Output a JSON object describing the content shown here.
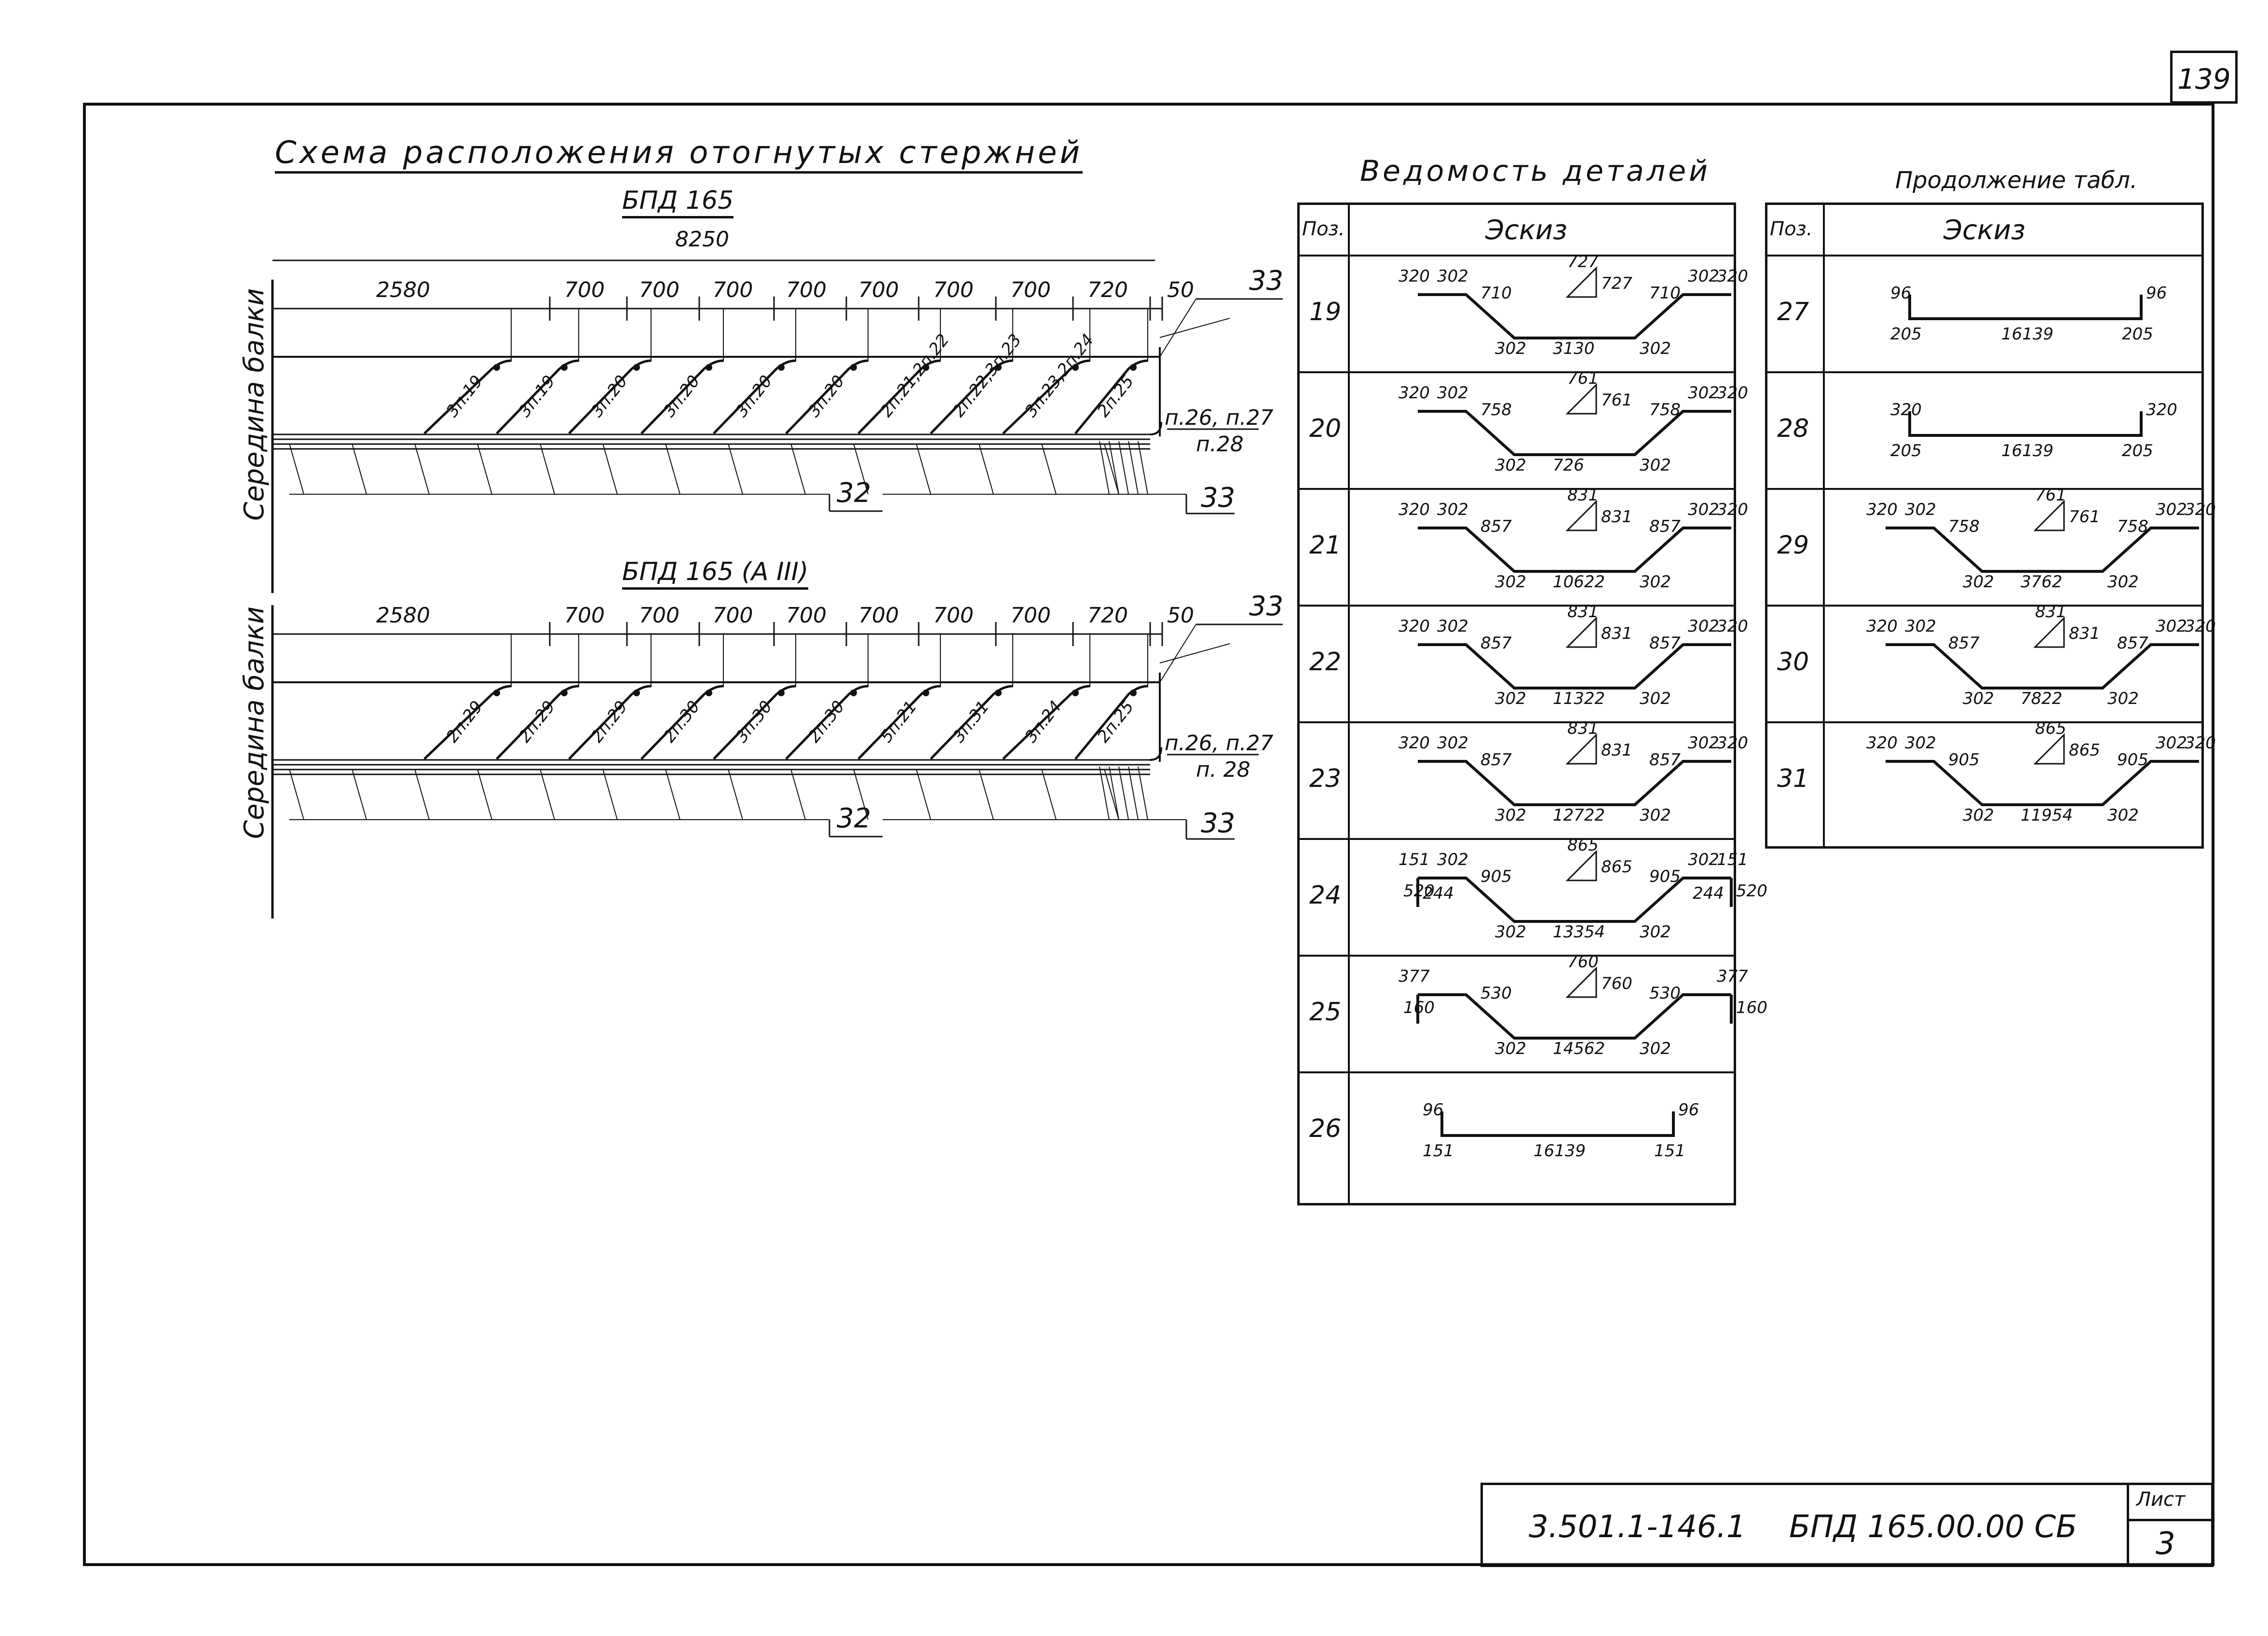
{
  "sheet_corner_number": "139",
  "scheme": {
    "title": "Схема расположения отогнутых стержней",
    "beam_axis_label": "Середина балки",
    "diagram1": {
      "title": "БПД 165",
      "overall": "8250",
      "spans": [
        "2580",
        "700",
        "700",
        "700",
        "700",
        "700",
        "700",
        "700",
        "720",
        "50"
      ],
      "bar_labels": [
        "3п.19",
        "3п.19",
        "3п.20",
        "3п.20",
        "3п.20",
        "3п.20",
        "2п.21,2п.22",
        "2п.22,3п.23",
        "3п.23,2п.24",
        "2п.25"
      ],
      "end_pos_label": "п.26, п.27",
      "end_pos_label2": "п.28",
      "callout_top": "33",
      "callout_bottom_mid": "32",
      "callout_bottom_right": "33"
    },
    "diagram2": {
      "title": "БПД 165 (A III)",
      "spans": [
        "2580",
        "700",
        "700",
        "700",
        "700",
        "700",
        "700",
        "700",
        "720",
        "50"
      ],
      "bar_labels": [
        "2п.29",
        "2п.29",
        "2п.29",
        "2п.30",
        "3п.30",
        "2п.30",
        "5п.21",
        "3п.31",
        "3п.24",
        "2п.25"
      ],
      "end_pos_label": "п.26, п.27",
      "end_pos_label2": "п. 28",
      "callout_top": "33",
      "callout_bottom_mid": "32",
      "callout_bottom_right": "33"
    }
  },
  "details": {
    "title": "Ведомость деталей",
    "continuation_title": "Продолжение табл.",
    "col_pos": "Поз.",
    "col_sketch": "Эскиз",
    "rows": [
      {
        "pos": "19",
        "labels": {
          "a": "320",
          "b": "302",
          "c": "710",
          "d": "727",
          "e": "727",
          "f": "710",
          "g": "302",
          "h": "320",
          "i": "302",
          "j": "3130",
          "k": "302"
        }
      },
      {
        "pos": "20",
        "labels": {
          "a": "320",
          "b": "302",
          "c": "758",
          "d": "761",
          "e": "761",
          "f": "758",
          "g": "302",
          "h": "320",
          "i": "302",
          "j": "726",
          "k": "302"
        }
      },
      {
        "pos": "21",
        "labels": {
          "a": "320",
          "b": "302",
          "c": "857",
          "d": "831",
          "e": "831",
          "f": "857",
          "g": "302",
          "h": "320",
          "i": "302",
          "j": "10622",
          "k": "302"
        }
      },
      {
        "pos": "22",
        "labels": {
          "a": "320",
          "b": "302",
          "c": "857",
          "d": "831",
          "e": "831",
          "f": "857",
          "g": "302",
          "h": "320",
          "i": "302",
          "j": "11322",
          "k": "302"
        }
      },
      {
        "pos": "23",
        "labels": {
          "a": "320",
          "b": "302",
          "c": "857",
          "d": "831",
          "e": "831",
          "f": "857",
          "g": "302",
          "h": "320",
          "i": "302",
          "j": "12722",
          "k": "302"
        }
      },
      {
        "pos": "24",
        "labels": {
          "a": "151",
          "b": "302",
          "c": "905",
          "d": "865",
          "e": "865",
          "f": "905",
          "g": "302",
          "h": "151",
          "i": "302",
          "j": "13354",
          "k": "302",
          "l": "520",
          "m": "244",
          "n": "244",
          "o": "520"
        }
      },
      {
        "pos": "25",
        "labels": {
          "a": "377",
          "c": "530",
          "d": "760",
          "e": "760",
          "f": "530",
          "h": "377",
          "i": "302",
          "j": "14562",
          "k": "302",
          "l": "160",
          "o": "160"
        }
      },
      {
        "pos": "26",
        "labels": {
          "l": "96",
          "o": "96",
          "a": "151",
          "j": "16139",
          "h": "151"
        }
      }
    ],
    "rows2": [
      {
        "pos": "27",
        "labels": {
          "l": "96",
          "o": "96",
          "a": "205",
          "j": "16139",
          "h": "205"
        }
      },
      {
        "pos": "28",
        "labels": {
          "l": "320",
          "o": "320",
          "a": "205",
          "j": "16139",
          "h": "205"
        }
      },
      {
        "pos": "29",
        "labels": {
          "a": "320",
          "b": "302",
          "c": "758",
          "d": "761",
          "e": "761",
          "f": "758",
          "g": "302",
          "h": "320",
          "i": "302",
          "j": "3762",
          "k": "302"
        }
      },
      {
        "pos": "30",
        "labels": {
          "a": "320",
          "b": "302",
          "c": "857",
          "d": "831",
          "e": "831",
          "f": "857",
          "g": "302",
          "h": "320",
          "i": "302",
          "j": "7822",
          "k": "302"
        }
      },
      {
        "pos": "31",
        "labels": {
          "a": "320",
          "b": "302",
          "c": "905",
          "d": "865",
          "e": "865",
          "f": "905",
          "g": "302",
          "h": "320",
          "i": "302",
          "j": "11954",
          "k": "302"
        }
      }
    ]
  },
  "title_block": {
    "doc_code": "3.501.1-146.1",
    "mark": "БПД 165.00.00 СБ",
    "sheet_label": "Лист",
    "sheet_no": "3"
  }
}
